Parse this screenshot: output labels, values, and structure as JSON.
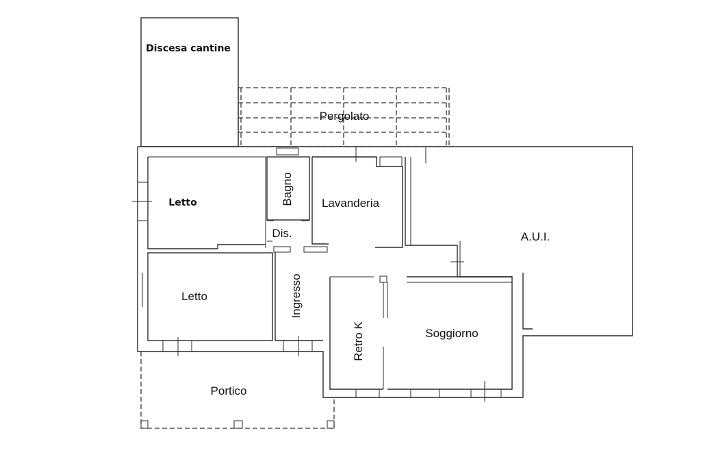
{
  "rooms": {
    "discesa_cantine": "Discesa cantine",
    "pergolato": "Pergolato",
    "letto_1": "Letto",
    "bagno": "Bagno",
    "lavanderia": "Lavanderia",
    "dis": "Dis.",
    "aui": "A.U.I.",
    "letto_2": "Letto",
    "ingresso": "Ingresso",
    "retro_k": "Retro K",
    "soggiorno": "Soggiorno",
    "portico": "Portico"
  }
}
